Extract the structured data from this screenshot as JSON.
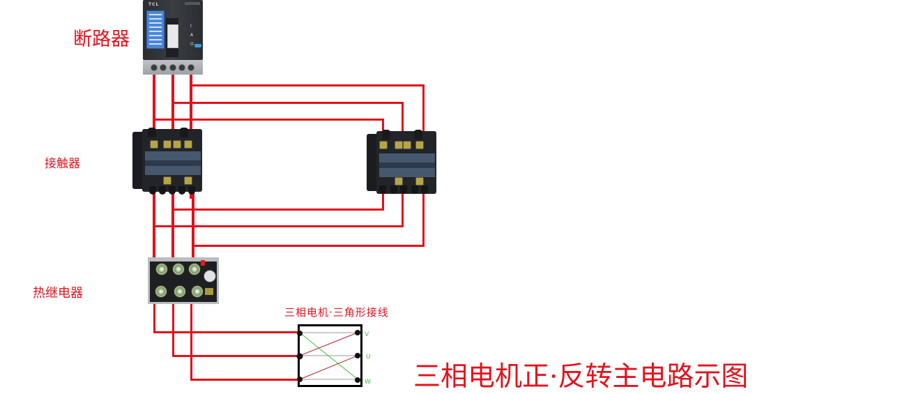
{
  "title": "三相电机正·反转主电路示图",
  "labels": {
    "breaker": "断路器",
    "contactor": "接触器",
    "thermal_relay": "热继电器",
    "motor_caption": "三相电机·三角形接线"
  },
  "breaker": {
    "brand": "TCL",
    "switch_indicators": [
      "I",
      "A",
      "O"
    ]
  },
  "motor_terminals": [
    "V",
    "U",
    "W"
  ],
  "colors": {
    "wire": "#e3101a",
    "label_text": "#e0141e",
    "terminal_label": "#44c04a",
    "winding_red": "#b01e2a",
    "winding_green": "#3cc03c",
    "winding_gray": "#9a9a9a"
  },
  "components": [
    {
      "name": "circuit breaker",
      "label": "断路器"
    },
    {
      "name": "forward contactor",
      "label": "接触器"
    },
    {
      "name": "reverse contactor",
      "label": ""
    },
    {
      "name": "thermal overload relay",
      "label": "热继电器"
    },
    {
      "name": "three-phase motor (delta connection)",
      "label": "三相电机·三角形接线"
    }
  ],
  "connections": [
    {
      "from": "breaker L1",
      "to": "forward contactor L1 / reverse contactor L1"
    },
    {
      "from": "breaker L2",
      "to": "forward contactor L2 / reverse contactor L2"
    },
    {
      "from": "breaker L3",
      "to": "forward contactor L3 / reverse contactor L3"
    },
    {
      "from": "reverse contactor T1",
      "to": "thermal relay phase 2"
    },
    {
      "from": "reverse contactor T2",
      "to": "thermal relay phase 1"
    },
    {
      "from": "reverse contactor T3",
      "to": "thermal relay phase 3"
    },
    {
      "from": "thermal relay out 1",
      "to": "motor V"
    },
    {
      "from": "thermal relay out 2",
      "to": "motor U"
    },
    {
      "from": "thermal relay out 3",
      "to": "motor W"
    }
  ]
}
